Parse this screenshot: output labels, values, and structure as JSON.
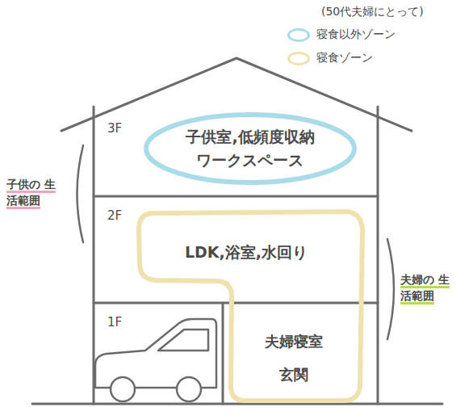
{
  "diagram": {
    "nodes": [
      {
        "text": [
          "子供室,低頻度収納 ワークスペース"
        ]
      },
      {
        "text": [
          "LDK,浴室,水回り",
          "夫婦寝室",
          "玄関"
        ]
      }
    ],
    "labels": [
      "3F",
      "2F",
      "1F",
      "子供の 生活範囲",
      "夫婦の 生活範囲",
      "(50代夫婦にとって)"
    ],
    "legend": [
      {
        "text": "寝食以外ゾーン",
        "color": "#a9dbe9"
      },
      {
        "text": "寝食ゾーン",
        "color": "#efe2ae"
      }
    ]
  }
}
